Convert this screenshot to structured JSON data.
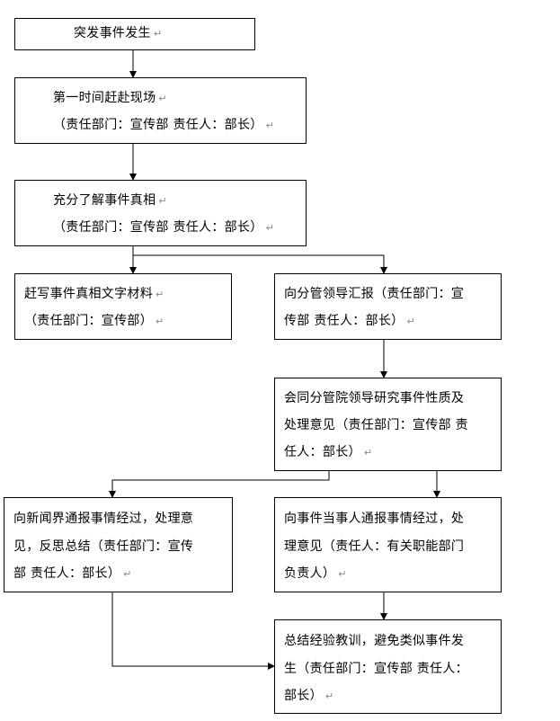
{
  "return_mark": "↵",
  "nodes": [
    {
      "id": "incident-occurs",
      "lines": [
        "突发事件发生"
      ]
    },
    {
      "id": "rush-to-scene",
      "lines": [
        "第一时间赶赴现场",
        "（责任部门：宣传部  责任人：部长）"
      ]
    },
    {
      "id": "understand-truth",
      "lines": [
        "充分了解事件真相",
        "（责任部门：宣传部  责任人：部长）"
      ]
    },
    {
      "id": "write-materials",
      "lines": [
        "赶写事件真相文字材料",
        "（责任部门：宣传部）"
      ]
    },
    {
      "id": "report-leader",
      "lines": [
        "向分管领导汇报（责任部门：宣",
        "传部  责任人：部长）"
      ]
    },
    {
      "id": "study-nature",
      "lines": [
        "会同分管院领导研究事件性质及",
        "处理意见（责任部门：宣传部  责",
        "任人：部长）"
      ]
    },
    {
      "id": "notify-press",
      "lines": [
        "向新闻界通报事情经过，处理意",
        "见，反思总结（责任部门：宣传",
        "部  责任人：部长）"
      ]
    },
    {
      "id": "notify-parties",
      "lines": [
        "向事件当事人通报事情经过，处",
        "理意见（责任人：有关职能部门",
        "负责人）"
      ]
    },
    {
      "id": "summarize-lessons",
      "lines": [
        "总结经验教训，避免类似事件发",
        "生（责任部门：宣传部  责任人：",
        "部长）"
      ]
    }
  ]
}
